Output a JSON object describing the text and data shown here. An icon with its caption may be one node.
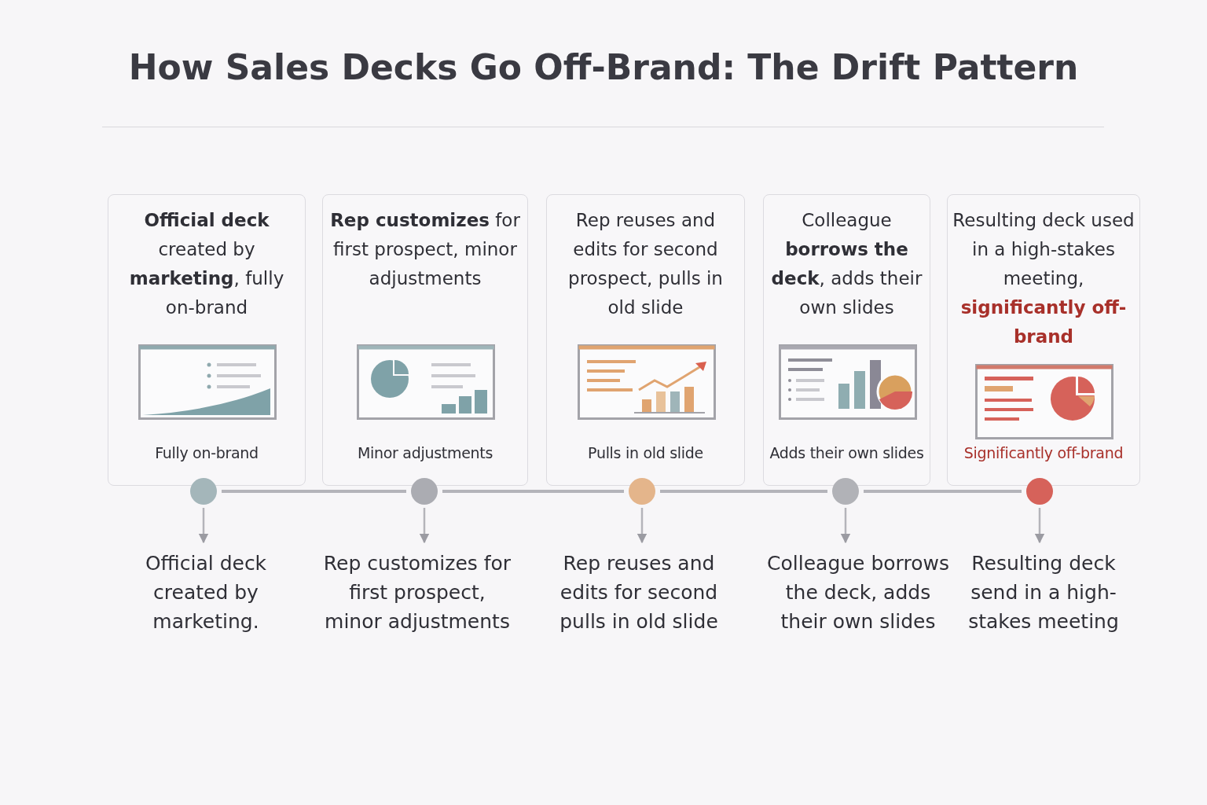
{
  "diagram": {
    "title": "How Sales Decks Go Off-Brand: The Drift Pattern",
    "nodes": [
      {
        "text": [
          "**Official deck** created by **marketing**, fully on-brand",
          "Fully on-brand"
        ]
      },
      {
        "text": [
          "**Rep customizes** for first prospect, minor adjustments",
          "Minor adjustments"
        ]
      },
      {
        "text": [
          "Rep reuses and edits for second prospect, pulls in old slide",
          "Pulls in old slide"
        ]
      },
      {
        "text": [
          "Colleague **borrows the deck**, adds their own slides",
          "Adds their own slides"
        ]
      },
      {
        "text": [
          "Resulting deck used in a high-stakes meeting, **significantly off-brand**",
          "Significantly off-brand"
        ]
      },
      {
        "text": [],
        "shape": "circle"
      },
      {
        "text": [],
        "shape": "circle"
      },
      {
        "text": [],
        "shape": "circle"
      },
      {
        "text": [],
        "shape": "circle"
      },
      {
        "text": [],
        "shape": "circle"
      },
      {
        "text": [
          "Official deck created by marketing."
        ]
      },
      {
        "text": [
          "Rep customizes for first prospect, minor adjustments"
        ]
      },
      {
        "text": [
          "Rep reuses and edits for second pulls in old slide"
        ]
      },
      {
        "text": [
          "Colleague borrows the deck, adds their own slides"
        ]
      },
      {
        "text": [
          "Resulting deck send in a high-stakes meeting"
        ]
      }
    ],
    "edges": [
      {
        "from": 5,
        "to": 6,
        "arrow": "none"
      },
      {
        "from": 6,
        "to": 7,
        "arrow": "none"
      },
      {
        "from": 7,
        "to": 8,
        "arrow": "none"
      },
      {
        "from": 8,
        "to": 9,
        "arrow": "none"
      },
      {
        "from": 5,
        "to": 10,
        "arrow": "to"
      },
      {
        "from": 6,
        "to": 11,
        "arrow": "to"
      },
      {
        "from": 7,
        "to": 12,
        "arrow": "to"
      },
      {
        "from": 8,
        "to": 13,
        "arrow": "to"
      },
      {
        "from": 9,
        "to": 14,
        "arrow": "to"
      }
    ]
  }
}
